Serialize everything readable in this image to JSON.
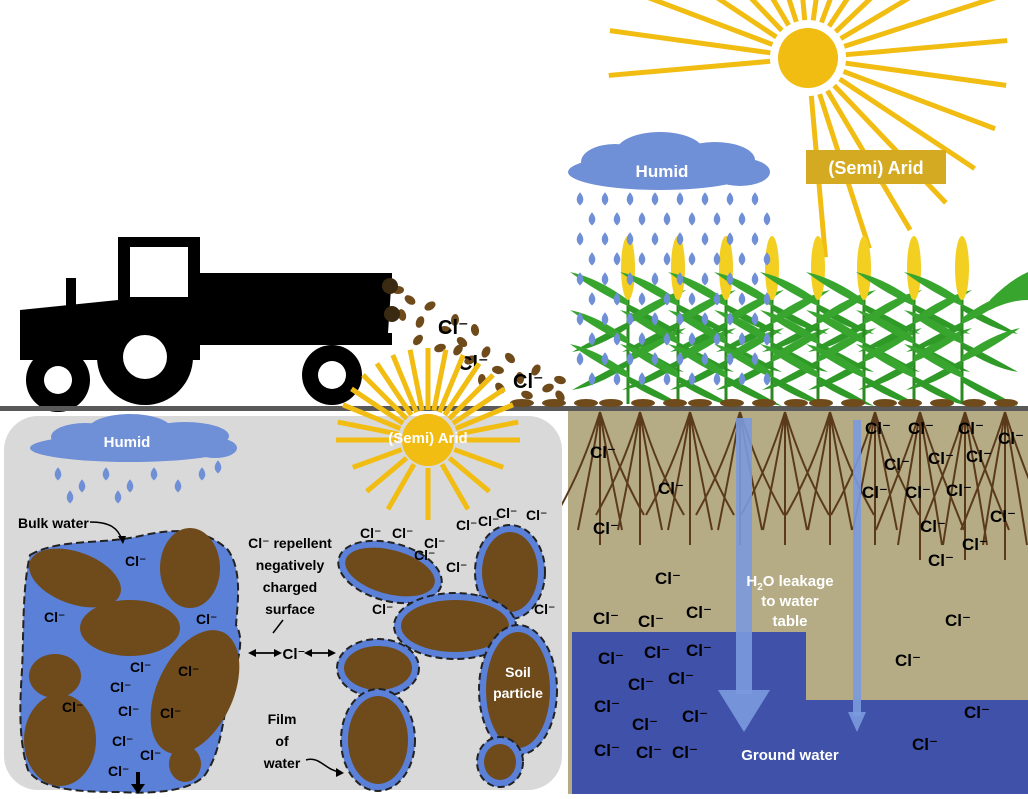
{
  "labels": {
    "humid_top": "Humid",
    "arid_top": "(Semi) Arid",
    "humid_panel": "Humid",
    "arid_panel": "(Semi) Arid",
    "bulk_water": "Bulk water",
    "repellent_line1": "Cl⁻ repellent",
    "repellent_line2": "negatively",
    "repellent_line3": "charged",
    "repellent_line4": "surface",
    "center_ion": "Cl⁻",
    "soil_particle_line1": "Soil",
    "soil_particle_line2": "particle",
    "film_line1": "Film",
    "film_line2": "of",
    "film_line3": "water",
    "leakage_line1_prefix": "H",
    "leakage_line1_sub": "2",
    "leakage_line1_rest": "O leakage",
    "leakage_line2": "to water",
    "leakage_line3": "table",
    "ground_water": "Ground water",
    "ion": "Cl⁻"
  },
  "colors": {
    "sun": "#f2bd12",
    "sun_label": "#d4aa22",
    "cloud": "#6f8fd6",
    "drop": "#6f8fd6",
    "soil_bg": "#b5ac86",
    "groundwater": "#3f51a9",
    "particle": "#6f4a1b",
    "water_film": "#5a80d8",
    "panel_bg": "#d9d9d9",
    "leaf": "#38a62e",
    "corn": "#f3cf22",
    "root": "#5b3a1c",
    "tractor": "#000000"
  },
  "icons": {
    "tractor": "tractor-icon",
    "sun": "sun-icon",
    "cloud": "cloud-icon",
    "crop": "corn-plant-icon",
    "drop": "raindrop-icon"
  }
}
